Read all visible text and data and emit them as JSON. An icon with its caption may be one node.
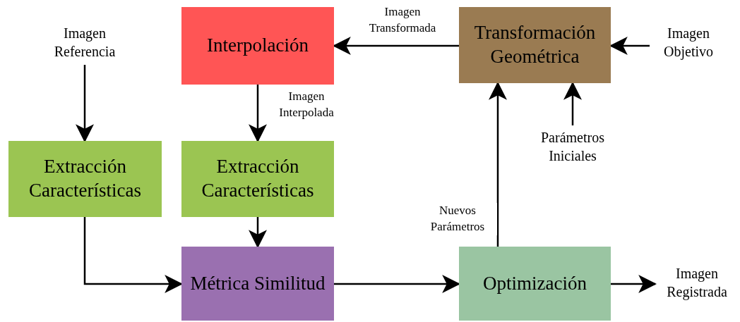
{
  "diagram": {
    "nodes": [
      {
        "text": [
          "Imagen Referencia"
        ]
      },
      {
        "text": [
          "Interpolación"
        ]
      },
      {
        "text": [
          "Transformación Geométrica"
        ]
      },
      {
        "text": [
          "Imagen Objetivo"
        ]
      },
      {
        "text": [
          "Extracción Características"
        ]
      },
      {
        "text": [
          "Extracción Características"
        ]
      },
      {
        "text": [
          "Parámetros Iniciales"
        ]
      },
      {
        "text": [
          "Métrica Similitud"
        ]
      },
      {
        "text": [
          "Optimización"
        ]
      },
      {
        "text": [
          "Imagen Registrada"
        ]
      }
    ],
    "edges": [
      {
        "from": 0,
        "to": 4,
        "arrow": "to"
      },
      {
        "from": 2,
        "to": 1,
        "arrow": "to",
        "label": "Imagen Transformada"
      },
      {
        "from": 3,
        "to": 2,
        "arrow": "to"
      },
      {
        "from": 1,
        "to": 5,
        "arrow": "to",
        "label": "Imagen Interpolada"
      },
      {
        "from": 6,
        "to": 2,
        "arrow": "to"
      },
      {
        "from": 4,
        "to": 7,
        "arrow": "to"
      },
      {
        "from": 5,
        "to": 7,
        "arrow": "to"
      },
      {
        "from": 7,
        "to": 8,
        "arrow": "to"
      },
      {
        "from": 8,
        "to": 2,
        "arrow": "to",
        "label": "Nuevos Parámetros"
      },
      {
        "from": 8,
        "to": 9,
        "arrow": "to"
      }
    ]
  }
}
